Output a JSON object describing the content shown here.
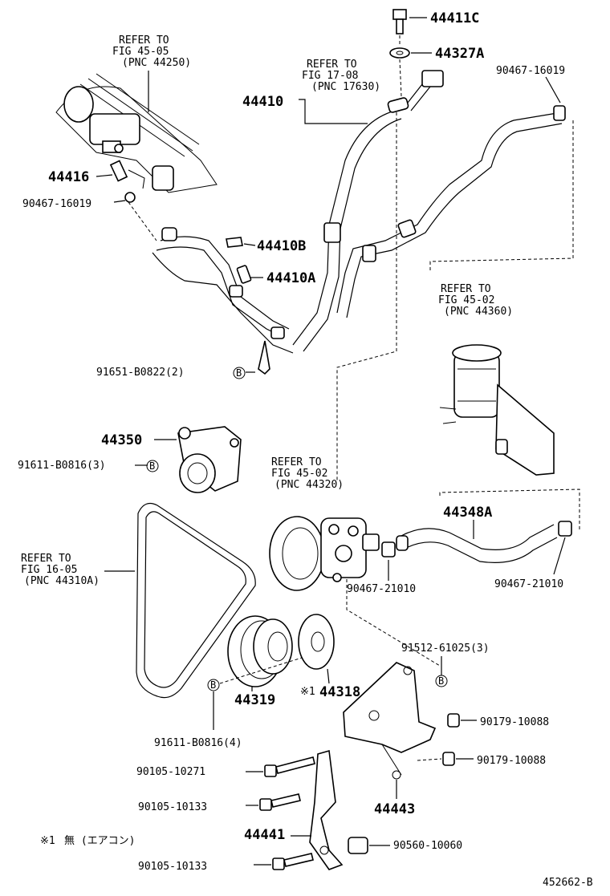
{
  "diagram": {
    "labels": {
      "p44411C": "44411C",
      "p44327A": "44327A",
      "p90467_16019_top": "90467-16019",
      "p44410": "44410",
      "p44416": "44416",
      "p90467_16019_left": "90467-16019",
      "p44410B": "44410B",
      "p44410A": "44410A",
      "p91651": "91651-B0822(2)",
      "p44350": "44350",
      "p91611_3": "91611-B0816(3)",
      "p44348A": "44348A",
      "p90467_21010_a": "90467-21010",
      "p90467_21010_b": "90467-21010",
      "p91512": "91512-61025(3)",
      "p44318": "44318",
      "p44319": "44319",
      "p91611_4": "91611-B0816(4)",
      "p90179_a": "90179-10088",
      "p90179_b": "90179-10088",
      "p90105_10271": "90105-10271",
      "p90105_10133_a": "90105-10133",
      "p44443": "44443",
      "p44441": "44441",
      "p90560": "90560-10060",
      "p90105_10133_b": "90105-10133"
    },
    "marks": {
      "circle_b": "B",
      "note_mark": "※1",
      "note_text": "無 (エアコン)",
      "diagram_id": "452662-B"
    },
    "refs": {
      "r1": [
        "REFER TO",
        "FIG 45-05",
        "(PNC 44250)"
      ],
      "r2": [
        "REFER TO",
        "FIG 17-08",
        "(PNC 17630)"
      ],
      "r3": [
        "REFER TO",
        "FIG 45-02",
        "(PNC 44360)"
      ],
      "r4": [
        "REFER TO",
        "FIG 45-02",
        "(PNC 44320)"
      ],
      "r5": [
        "REFER TO",
        "FIG 16-05",
        "(PNC 44310A)"
      ]
    }
  }
}
